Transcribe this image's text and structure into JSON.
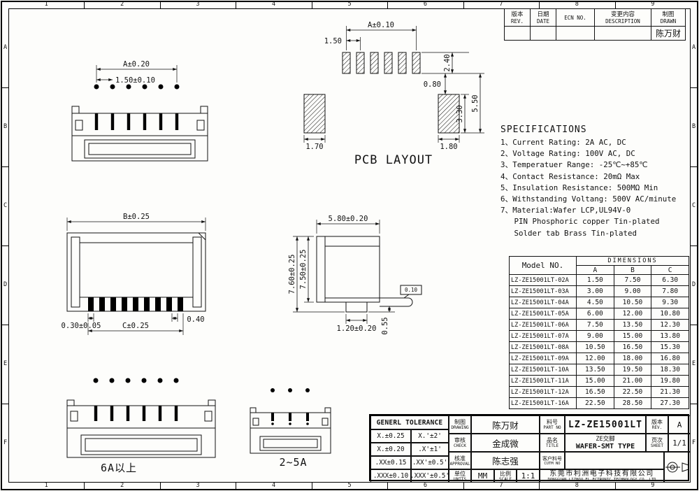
{
  "border": {
    "cols": [
      "1",
      "2",
      "3",
      "4",
      "5",
      "6",
      "7",
      "8",
      "9"
    ],
    "rows": [
      "A",
      "B",
      "C",
      "D",
      "E",
      "F"
    ]
  },
  "revision_table": {
    "headers": [
      {
        "cn": "版本",
        "en": "REV."
      },
      {
        "cn": "日期",
        "en": "DATE"
      },
      {
        "cn": "",
        "en": "ECN NO."
      },
      {
        "cn": "变更内容",
        "en": "DESCRIPTION"
      },
      {
        "cn": "制图",
        "en": "DRAWN"
      }
    ],
    "drawn_value": "陈万财"
  },
  "views": {
    "front": {
      "dim_span": "A±0.20",
      "dim_pitch": "1.50±0.10"
    },
    "pcb": {
      "label": "PCB LAYOUT",
      "dim_span": "A±0.10",
      "dim_pitch": "1.50",
      "dim_pad_h": "2.40",
      "dim_gap": "0.80",
      "dim_total_h": "5.50",
      "dim_tab_h": "3.30",
      "dim_tab_left": "1.70",
      "dim_tab_right": "1.80"
    },
    "top": {
      "dim_b": "B±0.25",
      "dim_slot": "0.30±0.05",
      "dim_end": "0.40",
      "dim_c": "C±0.25"
    },
    "side": {
      "dim_w": "5.80±0.20",
      "dim_h1": "7.60±0.25",
      "dim_h2": "7.50±0.25",
      "dim_foot": "1.20±0.20",
      "dim_standoff": "0.55",
      "dim_flat": "0.10"
    },
    "label_high_current": "6A以上",
    "label_low_current": "2~5A"
  },
  "specifications": {
    "title": "SPECIFICATIONS",
    "items": [
      "1、Current Rating: 2A AC, DC",
      "2、Voltage Rating: 100V AC, DC",
      "3、Temperatuer Range: -25℃~+85℃",
      "4、Contact Resistance: 20mΩ Max",
      "5、Insulation Resistance: 500MΩ Min",
      "6、Withstanding Voltang: 500V AC/minute",
      "7、Material:Wafer LCP,UL94V-0",
      "   PIN Phosphoric copper Tin-plated",
      "   Solder tab Brass Tin-plated"
    ]
  },
  "model_table": {
    "col_model": "Model NO.",
    "col_dims": "DIMENSIONS",
    "dim_headers": [
      "A",
      "B",
      "C"
    ],
    "rows": [
      {
        "model": "LZ-ZE15001LT-02A",
        "a": "1.50",
        "b": "7.50",
        "c": "6.30"
      },
      {
        "model": "LZ-ZE15001LT-03A",
        "a": "3.00",
        "b": "9.00",
        "c": "7.80"
      },
      {
        "model": "LZ-ZE15001LT-04A",
        "a": "4.50",
        "b": "10.50",
        "c": "9.30"
      },
      {
        "model": "LZ-ZE15001LT-05A",
        "a": "6.00",
        "b": "12.00",
        "c": "10.80"
      },
      {
        "model": "LZ-ZE15001LT-06A",
        "a": "7.50",
        "b": "13.50",
        "c": "12.30"
      },
      {
        "model": "LZ-ZE15001LT-07A",
        "a": "9.00",
        "b": "15.00",
        "c": "13.80"
      },
      {
        "model": "LZ-ZE15001LT-08A",
        "a": "10.50",
        "b": "16.50",
        "c": "15.30"
      },
      {
        "model": "LZ-ZE15001LT-09A",
        "a": "12.00",
        "b": "18.00",
        "c": "16.80"
      },
      {
        "model": "LZ-ZE15001LT-10A",
        "a": "13.50",
        "b": "19.50",
        "c": "18.30"
      },
      {
        "model": "LZ-ZE15001LT-11A",
        "a": "15.00",
        "b": "21.00",
        "c": "19.80"
      },
      {
        "model": "LZ-ZE15001LT-12A",
        "a": "16.50",
        "b": "22.50",
        "c": "21.30"
      },
      {
        "model": "LZ-ZE15001LT-16A",
        "a": "22.50",
        "b": "28.50",
        "c": "27.30"
      }
    ]
  },
  "tolerance_table": {
    "title": "GENERL TOLERANCE",
    "rows": [
      [
        "X.±0.25",
        "X.'±2'"
      ],
      [
        "X.±0.20",
        ".X'±1'"
      ],
      [
        ".XX±0.15",
        ".XX'±0.5'"
      ],
      [
        ".XXX±0.10",
        ".XXX'±0.5'"
      ]
    ]
  },
  "title_block": {
    "drawing": {
      "cn": "制图",
      "en": "DRAWING",
      "value": "陈万财"
    },
    "check": {
      "cn": "审核",
      "en": "CHECK",
      "value": "金成微"
    },
    "approval": {
      "cn": "核准",
      "en": "APPROVAL",
      "value": "陈志强"
    },
    "units": {
      "cn": "单位",
      "en": "UNITS",
      "value": "MM"
    },
    "scale": {
      "cn": "比例",
      "en": "SCALE",
      "value": "1:1"
    },
    "part": {
      "cn": "料号",
      "en": "PART NO",
      "value": "LZ-ZE15001LT"
    },
    "rev": {
      "cn": "版本",
      "en": "REV.",
      "value": "A"
    },
    "title": {
      "cn": "品名",
      "en": "TITLE",
      "value_cn": "ZE交脚",
      "value": "WAFER-SMT TYPE"
    },
    "sheet": {
      "cn": "页次",
      "en": "SHEET",
      "value": "1/1"
    },
    "customer": {
      "cn": "客户料号",
      "en": "CUTM NO",
      "value": ""
    },
    "company_cn": "东莞市利洲电子科技有限公司",
    "company_en": "DONGGUAN LIZHOU EL ECTRONIC TECHNOLOGY CO.,LTD"
  }
}
